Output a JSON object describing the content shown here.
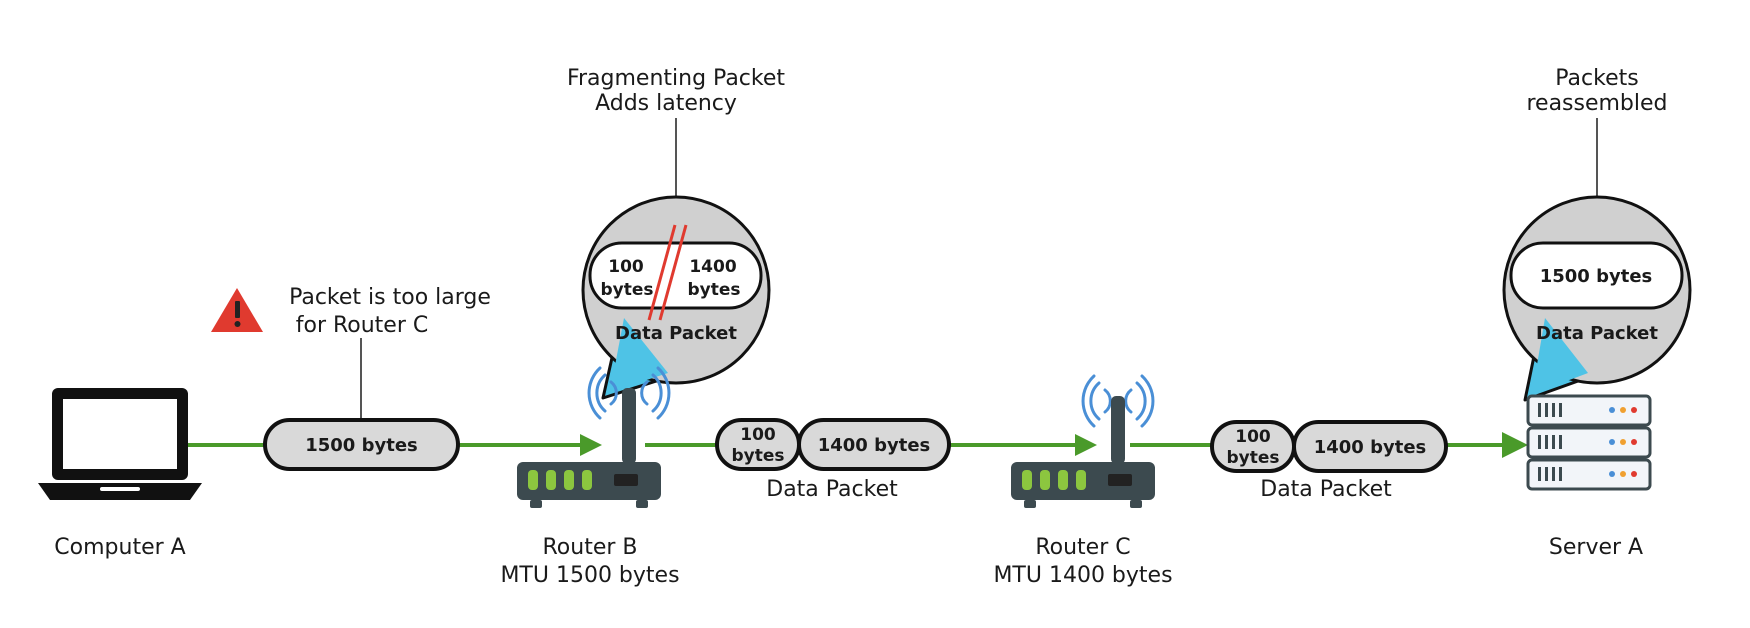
{
  "colors": {
    "link": "#4a9a2a",
    "pill_fill": "#d9d9d9",
    "bubble_fill": "#d0d0d0",
    "bubble_tail": "#4ec3e6",
    "device": "#3c4a4f",
    "led": "#8cc63f",
    "warning": "#e03a2f",
    "cut": "#e03a2f",
    "wifi": "#4a8fd6"
  },
  "nodes": {
    "computer_a": {
      "label": "Computer A"
    },
    "router_b": {
      "label": "Router B",
      "mtu": "MTU 1500 bytes"
    },
    "router_c": {
      "label": "Router C",
      "mtu": "MTU 1400 bytes"
    },
    "server_a": {
      "label": "Server A"
    }
  },
  "warning": {
    "icon": "warning-triangle-icon",
    "line1": "Packet is too large",
    "line2": "for Router C"
  },
  "packet_a_to_b": {
    "size": "1500 bytes"
  },
  "packet_b_to_c": {
    "frag1_a": "100",
    "frag1_b": "bytes",
    "frag2": "1400 bytes",
    "caption": "Data Packet"
  },
  "packet_c_to_server": {
    "frag1_a": "100",
    "frag1_b": "bytes",
    "frag2": "1400 bytes",
    "caption": "Data Packet"
  },
  "fragment_callout": {
    "title1": "Fragmenting Packet",
    "title2": "Adds latency",
    "frag1_a": "100",
    "frag1_b": "bytes",
    "frag2_a": "1400",
    "frag2_b": "bytes",
    "caption": "Data Packet"
  },
  "reassemble_callout": {
    "title1": "Packets",
    "title2": "reassembled",
    "size": "1500 bytes",
    "caption": "Data Packet"
  }
}
